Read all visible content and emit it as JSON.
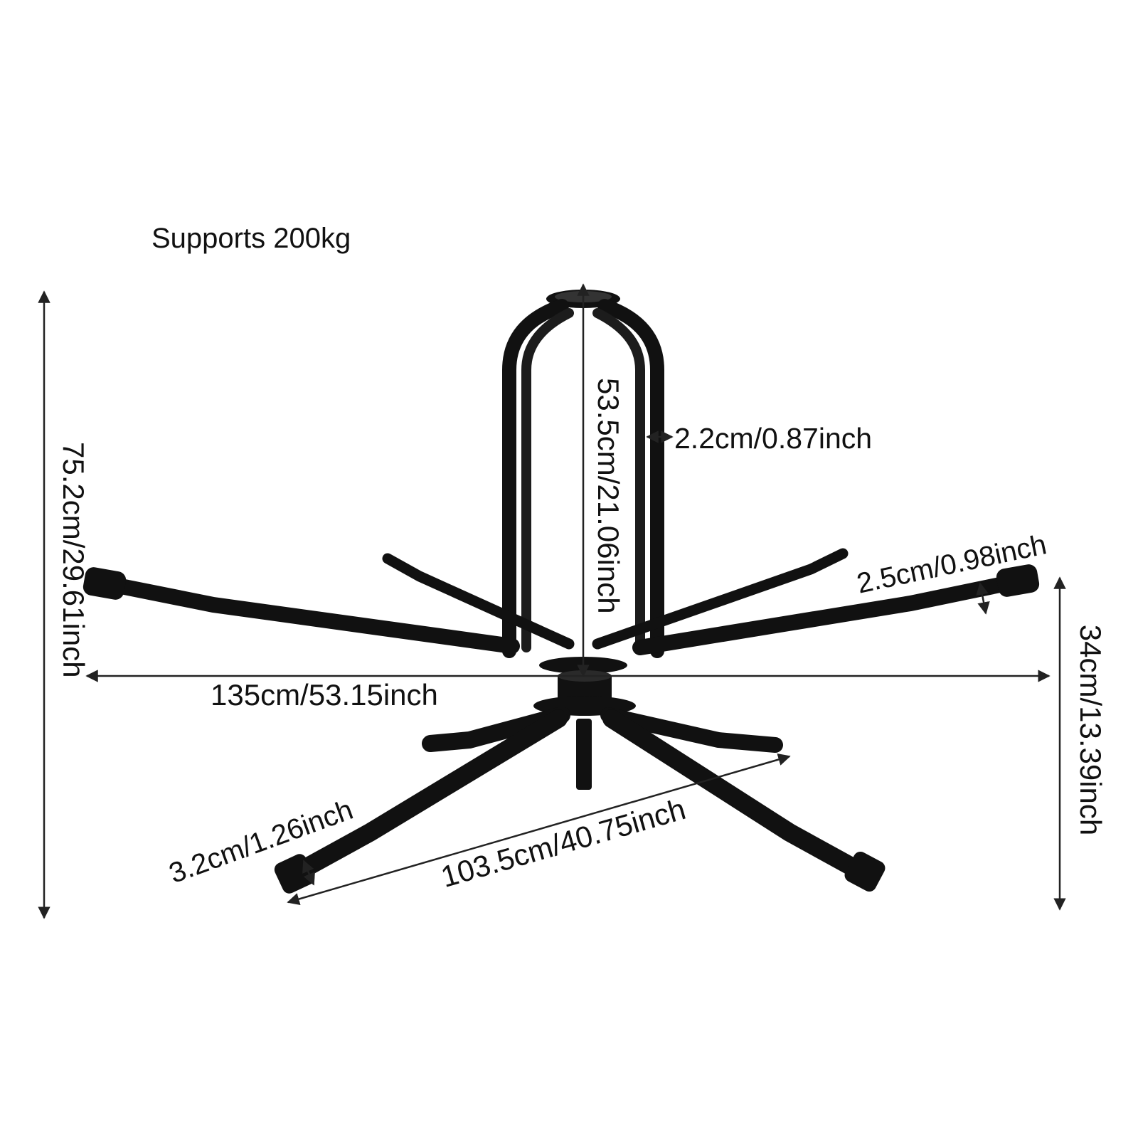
{
  "title": "Supports 200kg",
  "labels": {
    "total_height": "75.2cm/29.61inch",
    "upper_height": "53.5cm/21.06inch",
    "tube_diameter_upper": "2.2cm/0.87inch",
    "arm_diameter": "2.5cm/0.98inch",
    "arm_span": "135cm/53.15inch",
    "base_height": "34cm/13.39inch",
    "leg_diameter": "3.2cm/1.26inch",
    "leg_span": "103.5cm/40.75inch"
  },
  "colors": {
    "frame": "#111111",
    "dimension": "#222222",
    "background": "#ffffff"
  }
}
